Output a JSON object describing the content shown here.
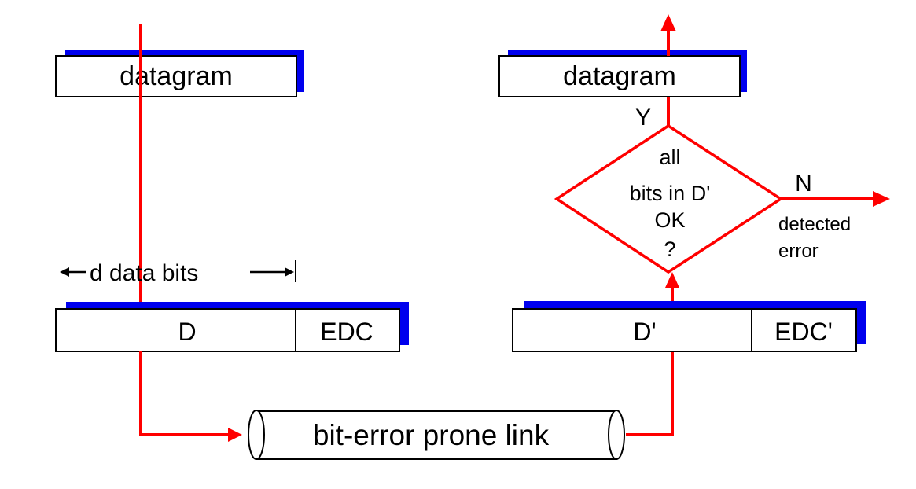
{
  "sender": {
    "datagram_label": "datagram",
    "width_label": "d data bits",
    "data_field_label": "D",
    "edc_field_label": "EDC"
  },
  "receiver": {
    "datagram_label": "datagram",
    "data_field_label": "D'",
    "edc_field_label": "EDC'"
  },
  "decision": {
    "lines": [
      "all",
      "bits in D'",
      "OK",
      "?"
    ],
    "yes_label": "Y",
    "no_label": "N",
    "error_lines": [
      "detected",
      "error"
    ]
  },
  "link": {
    "label": "bit-error prone link"
  },
  "colors": {
    "flow": "#ff0000",
    "box_shadow": "#0000ee",
    "box_border": "#000000",
    "text": "#000000"
  }
}
